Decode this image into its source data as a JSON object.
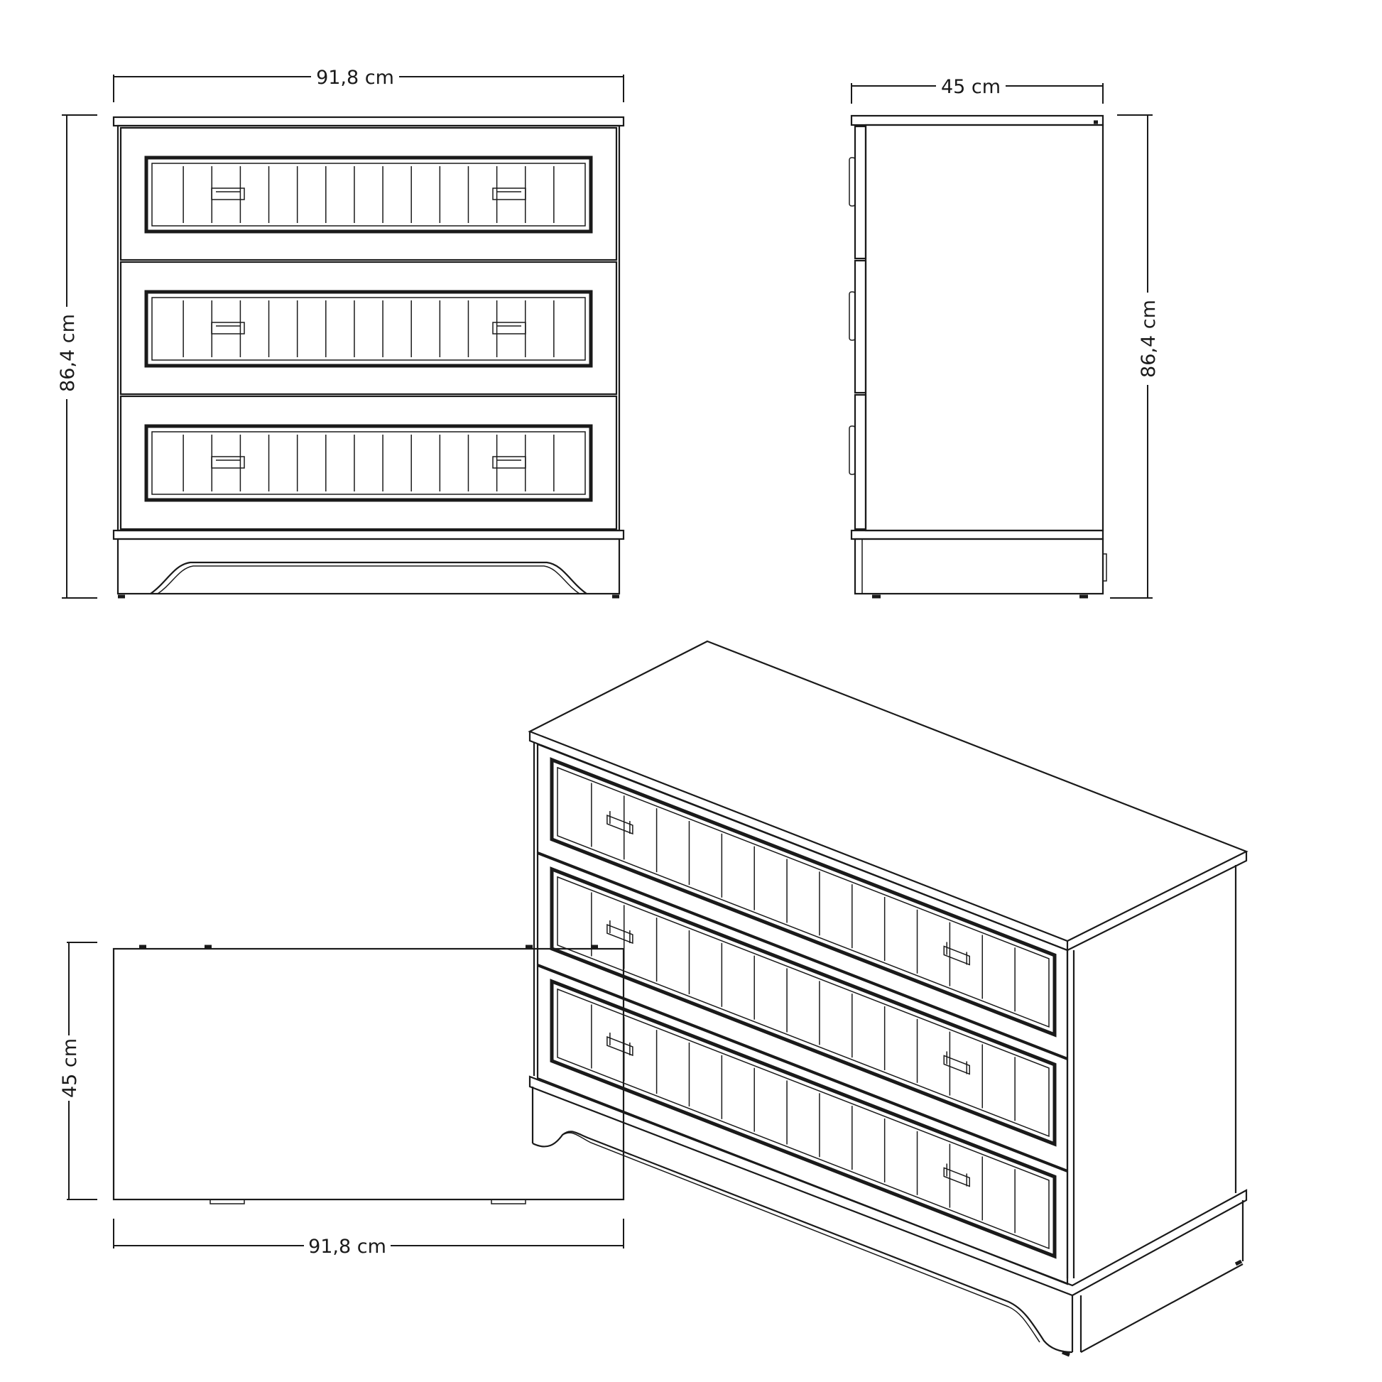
{
  "labels": {
    "front_width": "91,8 cm",
    "front_height": "86,4 cm",
    "side_depth": "45 cm",
    "side_height": "86,4 cm",
    "top_depth": "45 cm",
    "top_width": "91,8 cm"
  },
  "drawer_count": 3,
  "slats_per_drawer": 15
}
